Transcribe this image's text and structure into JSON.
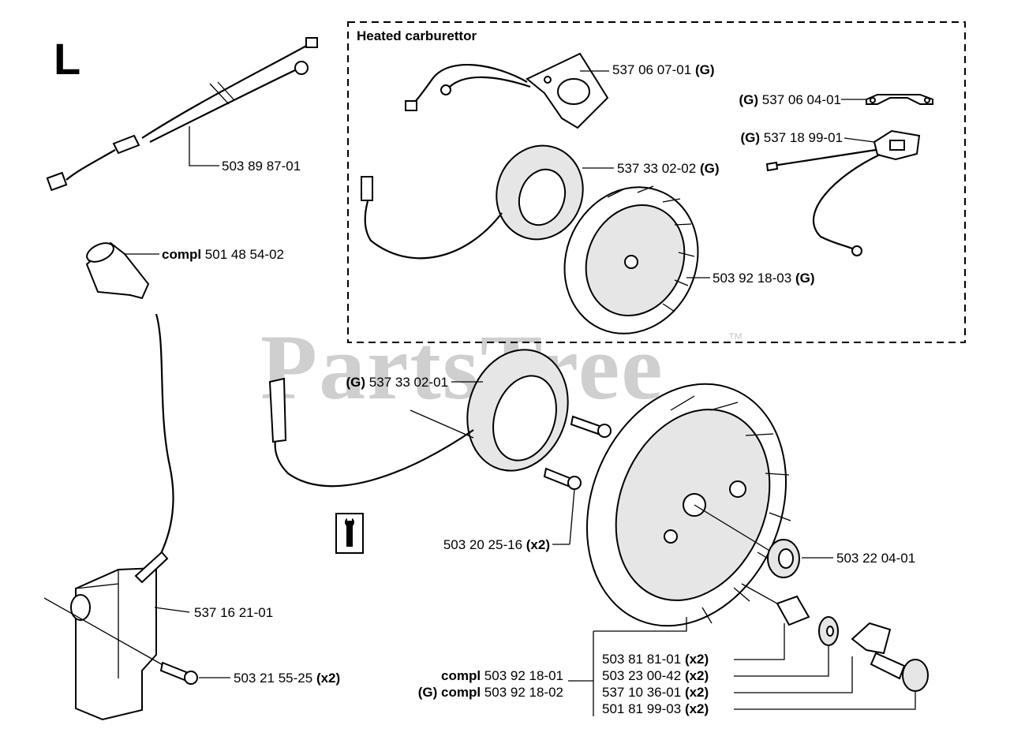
{
  "diagram": {
    "section_letter": "L",
    "inset_title": "Heated carburettor",
    "watermark": "PartsTree",
    "watermark_tm": "™",
    "labels": [
      {
        "id": "p537060701",
        "pre": "",
        "num": "537 06 07-01",
        "post": "(G)"
      },
      {
        "id": "p537060401",
        "pre": "(G)",
        "num": "537 06 04-01",
        "post": ""
      },
      {
        "id": "p537189901",
        "pre": "(G)",
        "num": "537 18 99-01",
        "post": ""
      },
      {
        "id": "p537330202",
        "pre": "",
        "num": "537 33 02-02",
        "post": "(G)"
      },
      {
        "id": "p503921803",
        "pre": "",
        "num": "503 92 18-03",
        "post": "(G)"
      },
      {
        "id": "p503898701",
        "pre": "",
        "num": "503 89 87-01",
        "post": ""
      },
      {
        "id": "p501485402",
        "pre": "compl",
        "num": "501 48 54-02",
        "post": ""
      },
      {
        "id": "p537330201",
        "pre": "(G)",
        "num": "537 33 02-01",
        "post": ""
      },
      {
        "id": "p503202516",
        "pre": "",
        "num": "503 20 25-16",
        "post": "(x2)"
      },
      {
        "id": "p503220401",
        "pre": "",
        "num": "503 22 04-01",
        "post": ""
      },
      {
        "id": "p537162101",
        "pre": "",
        "num": "537 16 21-01",
        "post": ""
      },
      {
        "id": "p503215525",
        "pre": "",
        "num": "503 21 55-25",
        "post": "(x2)"
      },
      {
        "id": "p503921801",
        "pre": "compl",
        "num": "503 92 18-01",
        "post": ""
      },
      {
        "id": "p503921802",
        "pre": "(G) compl",
        "num": "503 92 18-02",
        "post": ""
      },
      {
        "id": "p503818101",
        "pre": "",
        "num": "503 81 81-01",
        "post": "(x2)"
      },
      {
        "id": "p503230042",
        "pre": "",
        "num": "503 23 00-42",
        "post": "(x2)"
      },
      {
        "id": "p537103601",
        "pre": "",
        "num": "537 10 36-01",
        "post": "(x2)"
      },
      {
        "id": "p501819903",
        "pre": "",
        "num": "501 81 99-03",
        "post": "(x2)"
      }
    ]
  }
}
